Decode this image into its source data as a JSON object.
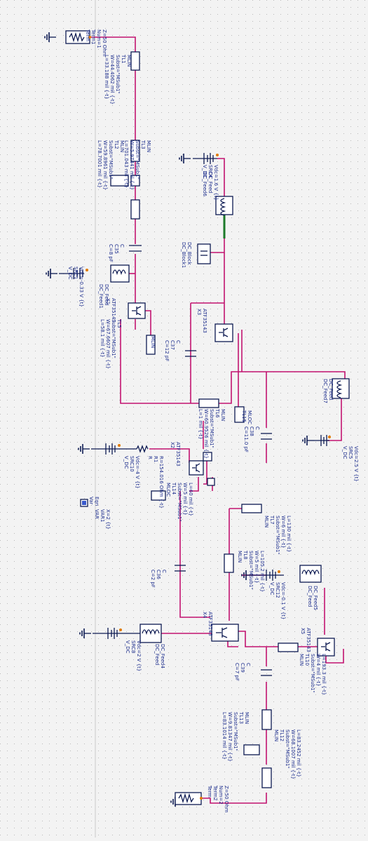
{
  "schematic": {
    "term1": {
      "name": "Term1",
      "l1": "Term",
      "l2": "Num=1",
      "l3": "Z=50 Ohm"
    },
    "term2": {
      "name": "Term2",
      "l1": "Term",
      "l2": "Num=2",
      "l3": "Z=50 Ohm"
    },
    "tl1": {
      "l1": "MLIN",
      "l2": "TL1",
      "l3": "Subst=\"MSub1\"",
      "l4": "W=44.4062 mil {-t}",
      "l5": "L=33.188 mil {-t}"
    },
    "tl2": {
      "l1": "MLIN",
      "l2": "TL2",
      "l3": "Subst=\"MSub1\"",
      "l4": "W=59.8961 mil {-t}",
      "l5": "L=78.7001 mil {-t}"
    },
    "tl3": {
      "l1": "MLIN",
      "l2": "TL3",
      "l3": "Subst=\"MSub1\"",
      "l4": "W=5.97441 mil {-t}",
      "l5": "L=701.043 mil {-t}"
    },
    "tl5": {
      "l1": "MLIN",
      "l2": "TL5",
      "l3": "Subst=\"MSub1\"",
      "l4": "W=67.6607 mil {-t}",
      "l5": "L=58.1 mil {-t}"
    },
    "tl6": {
      "l1": "MLIN",
      "l2": "TL6",
      "l3": "Subst=\"MSub1\"",
      "l4": "W=60.9526 mil {-t}",
      "l5": "L=1 mil {-t}"
    },
    "tl7": {
      "l1": "MLIN",
      "l2": "TL7",
      "l3": "Subst=\"MSub1\"",
      "l4": "W=6 mil {-t}",
      "l5": "L=130 mil {-t}"
    },
    "tl8": {
      "l1": "MLIN",
      "l2": "TL8",
      "l3": "Subst=\"MSub1\"",
      "l4": "W=5 mil {-t}",
      "l5": "L=105.2 mil {-t}"
    },
    "tl10": {
      "l1": "MLIN",
      "l2": "TL10",
      "l3": "Subst=\"MSub1\"",
      "l4": "W=4 mil {-t}",
      "l5": "L=193.3 mil {-t}"
    },
    "tl13": {
      "l1": "MLIN",
      "l2": "TL13",
      "l3": "Subst=\"MSub1\"",
      "l4": "W=9.81347 mil {-t}",
      "l5": "L=83.1014 mil {-t}"
    },
    "tl12": {
      "l1": "MLIN",
      "l2": "TL12",
      "l3": "Subst=\"MSub1\"",
      "l4": "W=68.1007 mil {-t}",
      "l5": "L=83.2452 mil {-t}"
    },
    "tl14": {
      "l1": "MLOC",
      "l2": "TL14",
      "l3": "Subst=\"MSub1\"",
      "l4": "W=5 mil {-t}",
      "l5": "L=60 mil {-t}"
    },
    "tl15": {
      "l1": "MLOC",
      "l2": "TL15"
    },
    "c35": {
      "l1": "C",
      "l2": "C35",
      "l3": "C=8 pF"
    },
    "c37": {
      "l1": "C",
      "l2": "C37",
      "l3": "C=12 pF"
    },
    "c38": {
      "l1": "C",
      "l2": "C38",
      "l3": "C=11.0 pF"
    },
    "c36": {
      "l1": "C",
      "l2": "C36",
      "l3": "C=2 pF"
    },
    "c39": {
      "l1": "C",
      "l2": "C39",
      "l3": "C=7 pF"
    },
    "x1": {
      "l1": "ATF35143",
      "l2": "X1"
    },
    "x2": {
      "l1": "ATF35143",
      "l2": "X2"
    },
    "x3": {
      "l1": "ATF35143",
      "l2": "X3"
    },
    "x4": {
      "l1": "ATF35143",
      "l2": "X4"
    },
    "x5": {
      "l1": "ATF35143",
      "l2": "X5"
    },
    "src1": {
      "l1": "V_DC",
      "l2": "SRC1",
      "l3": "Vdc=-0.33 V {t}"
    },
    "src4": {
      "l1": "V_DC",
      "l2": "SRC4",
      "l3": "Vdc=1.6 V {t}"
    },
    "src5": {
      "l1": "V_DC",
      "l2": "SRC5",
      "l3": "Vdc=2.5 V {t}"
    },
    "src10": {
      "l1": "V_DC",
      "l2": "SRC10",
      "l3": "Vdc=-4 V {t}"
    },
    "src12": {
      "l1": "V_DC",
      "l2": "SRC12",
      "l3": "Vdc=-0.1 V {t}"
    },
    "src8": {
      "l1": "V_DC",
      "l2": "SRC8",
      "l3": "Vdc=2 V {t}"
    },
    "feed1": {
      "l1": "DC_Feed",
      "l2": "DC_Feed1"
    },
    "feed5": {
      "l1": "DC_Feed",
      "l2": "DC_Feed5"
    },
    "feed6": {
      "l1": "DC_Feed",
      "l2": "DC_Feed6"
    },
    "feed4": {
      "l1": "DC_Feed",
      "l2": "DC_Feed4"
    },
    "feed7": {
      "l1": "DC_Feed",
      "l2": "DC_Feed7"
    },
    "block": {
      "l1": "DC_Block",
      "l2": "DC_Block1"
    },
    "r": {
      "l1": "R",
      "l2": "R1",
      "l3": "R=154.016 Ohm {-t}"
    },
    "var": {
      "l1": "Var",
      "l2": "Eqn",
      "l3": "VAR",
      "l4": "VAR1",
      "l5": "X=2 {t}"
    }
  }
}
